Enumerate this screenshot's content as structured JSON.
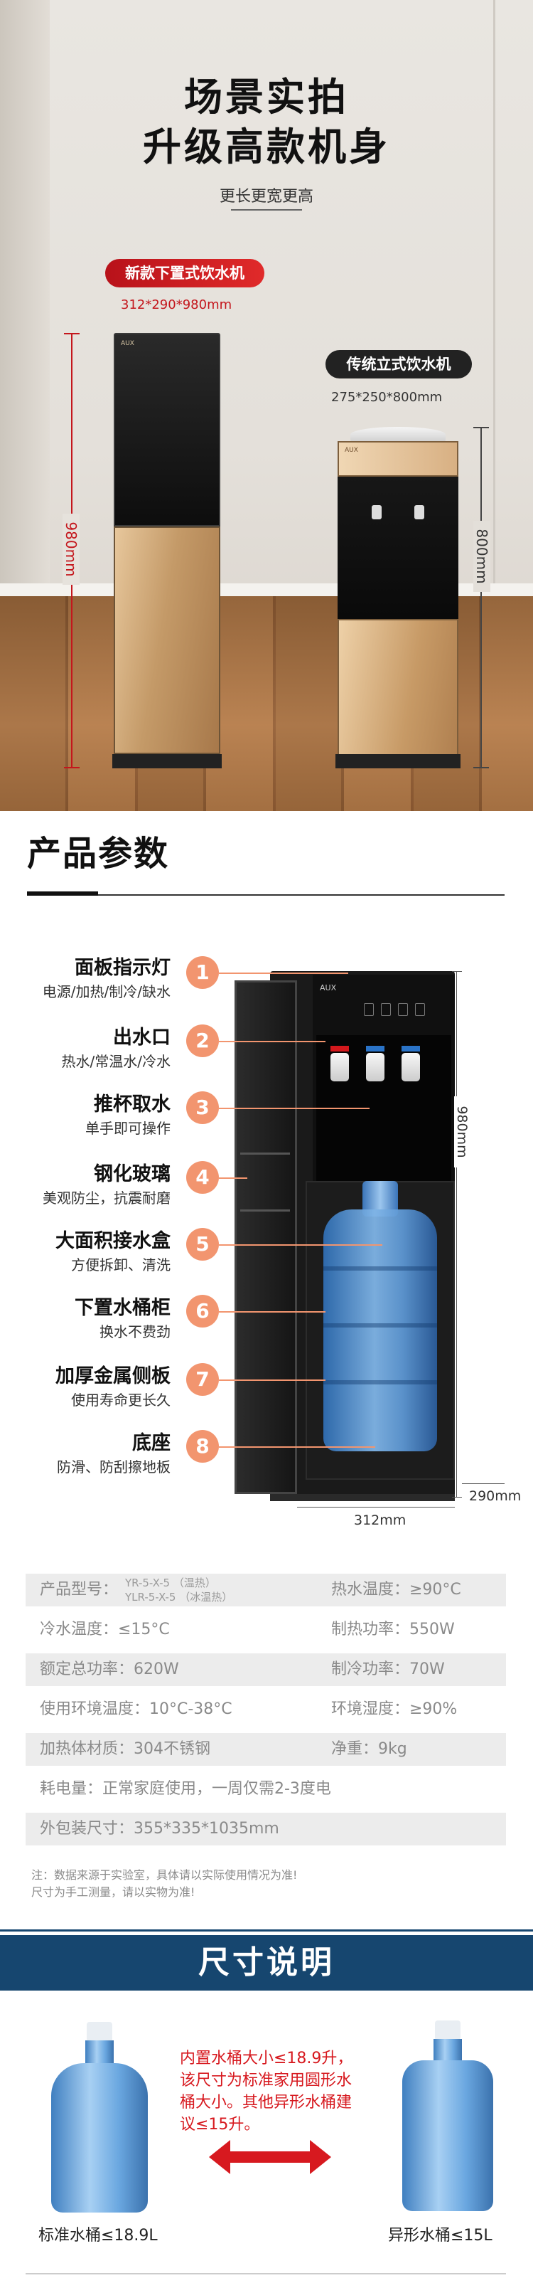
{
  "hero": {
    "title_line1": "场景实拍",
    "title_line2": "升级高款机身",
    "subtitle": "更长更宽更高",
    "new_model": {
      "tag": "新款下置式饮水机",
      "dims": "312*290*980mm",
      "height": "980mm",
      "logo": "AUX"
    },
    "old_model": {
      "tag": "传统立式饮水机",
      "dims": "275*250*800mm",
      "height": "800mm",
      "logo": "AUX"
    }
  },
  "params": {
    "title": "产品参数",
    "features": [
      {
        "num": "1",
        "title": "面板指示灯",
        "desc": "电源/加热/制冷/缺水"
      },
      {
        "num": "2",
        "title": "出水口",
        "desc": "热水/常温水/冷水"
      },
      {
        "num": "3",
        "title": "推杯取水",
        "desc": "单手即可操作"
      },
      {
        "num": "4",
        "title": "钢化玻璃",
        "desc": "美观防尘，抗震耐磨"
      },
      {
        "num": "5",
        "title": "大面积接水盒",
        "desc": "方便拆卸、清洗"
      },
      {
        "num": "6",
        "title": "下置水桶柜",
        "desc": "换水不费劲"
      },
      {
        "num": "7",
        "title": "加厚金属侧板",
        "desc": "使用寿命更长久"
      },
      {
        "num": "8",
        "title": "底座",
        "desc": "防滑、防刮擦地板"
      }
    ],
    "dims": {
      "height": "980mm",
      "width": "312mm",
      "depth": "290mm"
    },
    "brand": "AUX"
  },
  "specs": {
    "model_label": "产品型号：",
    "model_1": "YR-5-X-5 （温热）",
    "model_2": "YLR-5-X-5 （冰温热）",
    "hot_temp": "热水温度：≥90°C",
    "cold_temp": "冷水温度：≤15°C",
    "heat_power": "制热功率：550W",
    "rated_power": "额定总功率：620W",
    "cool_power": "制冷功率：70W",
    "env_temp": "使用环境温度：10°C-38°C",
    "env_humidity": "环境湿度：≥90%",
    "heater_material": "加热体材质：304不锈钢",
    "net_weight": "净重：9kg",
    "power_use": "耗电量：正常家庭使用，一周仅需2-3度电",
    "package_size": "外包装尺寸：355*335*1035mm",
    "note_1": "注：数据来源于实验室，具体请以实际使用情况为准!",
    "note_2": "尺寸为手工测量，请以实物为准!"
  },
  "size": {
    "title": "尺寸说明",
    "note": "内置水桶大小≤18.9升，该尺寸为标准家用圆形水桶大小。其他异形水桶建议≤15升。",
    "standard_label": "标准水桶≤18.9L",
    "irregular_label": "异形水桶≤15L"
  },
  "colors": {
    "accent": "#f2956f",
    "red": "#d7191f",
    "navy": "#16466f"
  }
}
